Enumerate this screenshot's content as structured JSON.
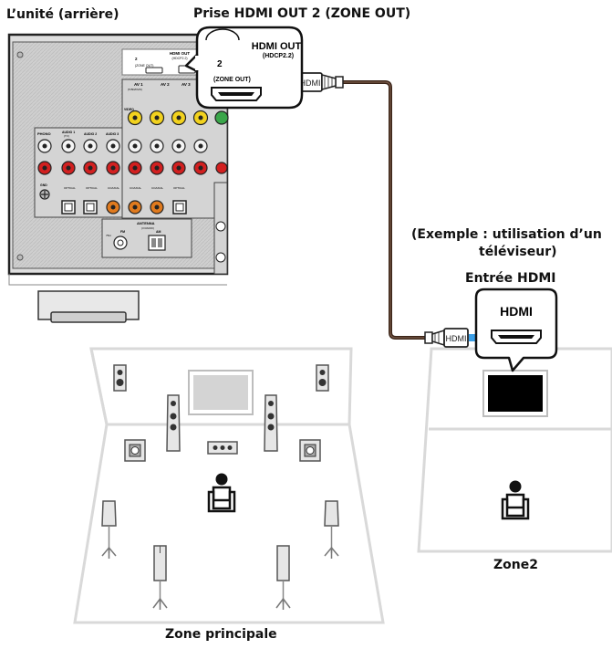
{
  "labels": {
    "unit_rear": "L’unité (arrière)",
    "hdmi_out_jack": "Prise HDMI OUT 2 (ZONE OUT)",
    "example_line1": "(Exemple : utilisation d’un",
    "example_line2": "téléviseur)",
    "hdmi_input": "Entrée HDMI",
    "zone2": "Zone2",
    "main_zone": "Zone principale"
  },
  "callout_out": {
    "title": "HDMI OUT",
    "subtitle": "(HDCP2.2)",
    "number": "2",
    "zone": "(ZONE OUT)"
  },
  "callout_in": {
    "title": "HDMI"
  },
  "cable": {
    "plug_left": "HDMI",
    "plug_right": "HDMI"
  },
  "panel": {
    "hdmi_out": "HDMI OUT",
    "hdcp": "(HDCP2.2)",
    "two": "2",
    "zone_out": "(ZONE OUT)",
    "av1": "AV 1",
    "av1_sub": "(5 BD/DVD)",
    "av2": "AV 2",
    "av3": "AV 3",
    "video": "VIDEO",
    "phono": "PHONO",
    "audio1": "AUDIO 1",
    "audio1_sub": "(TV)",
    "audio2": "AUDIO 2",
    "audio3": "AUDIO 3",
    "gnd": "GND",
    "optical": "OPTICAL",
    "coaxial": "COAXIAL",
    "antenna": "ANTENNA",
    "antenna_sub": "(3 RADIO)",
    "fm": "FM",
    "am": "AM",
    "ohm": "75Ω"
  },
  "colors": {
    "arrow_blue": "#3a9ee6",
    "cable": "#3a2418",
    "panel_grey": "#c8c8c8",
    "room_outline": "#d9d9d9",
    "yellow_jack": "#f2d21e",
    "red_jack": "#d22020",
    "orange_jack": "#e07a1e"
  },
  "icons": [
    "hdmi-port-icon",
    "hdmi-plug-icon",
    "speaker-icon",
    "tv-icon",
    "listener-icon",
    "arrow-icon"
  ]
}
